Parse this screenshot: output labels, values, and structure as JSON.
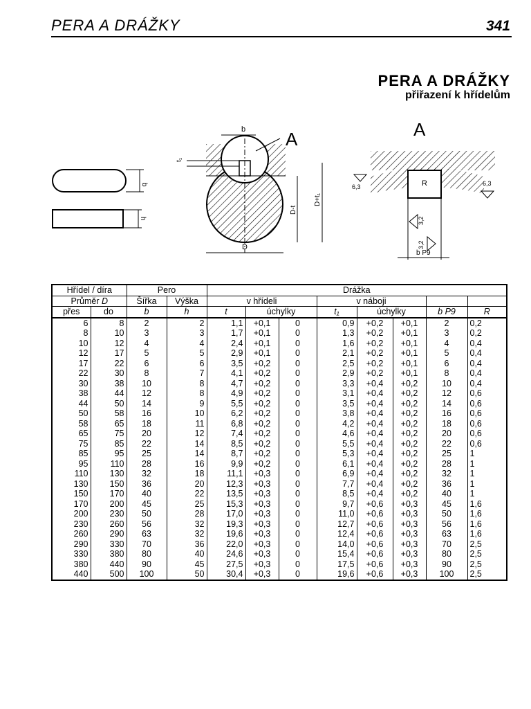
{
  "header": {
    "running_title": "PERA A DRÁŽKY",
    "page_number": "341"
  },
  "title": {
    "main": "PERA A DRÁŽKY",
    "sub": "přiřazení k hřídelům"
  },
  "figure": {
    "labels": {
      "A_left": "A",
      "A_right": "A",
      "b": "b",
      "t1": "t₁",
      "D": "D",
      "Dt": "D-t",
      "Dt1": "D+t₁",
      "h": "h",
      "b_small": "b",
      "R": "R",
      "r63a": "6,3",
      "r63b": "6,3",
      "r32a": "3,2",
      "r32b": "3,2",
      "bP9": "b P9"
    }
  },
  "table": {
    "groups": {
      "shaft": "Hřídel / díra",
      "key": "Pero",
      "groove": "Drážka"
    },
    "sub": {
      "diameter": "Průměr",
      "diameter_sym": "D",
      "width": "Šířka",
      "height": "Výška",
      "shaft": "v hřídeli",
      "hub": "v náboji",
      "dev1": "úchylky",
      "dev2": "úchylky"
    },
    "cols": {
      "over": "přes",
      "to": "do",
      "b": "b",
      "h": "h",
      "t": "t",
      "t1": "t₁",
      "bP9": "b P9",
      "R": "R"
    },
    "rows": [
      [
        "6",
        "8",
        "2",
        "2",
        "1,1",
        "+0,1",
        "0",
        "0,9",
        "+0,2",
        "+0,1",
        "2",
        "0,2"
      ],
      [
        "8",
        "10",
        "3",
        "3",
        "1,7",
        "+0,1",
        "0",
        "1,3",
        "+0,2",
        "+0,1",
        "3",
        "0,2"
      ],
      [
        "10",
        "12",
        "4",
        "4",
        "2,4",
        "+0,1",
        "0",
        "1,6",
        "+0,2",
        "+0,1",
        "4",
        "0,4"
      ],
      [
        "12",
        "17",
        "5",
        "5",
        "2,9",
        "+0,1",
        "0",
        "2,1",
        "+0,2",
        "+0,1",
        "5",
        "0,4"
      ],
      [
        "17",
        "22",
        "6",
        "6",
        "3,5",
        "+0,2",
        "0",
        "2,5",
        "+0,2",
        "+0,1",
        "6",
        "0,4"
      ],
      [
        "22",
        "30",
        "8",
        "7",
        "4,1",
        "+0,2",
        "0",
        "2,9",
        "+0,2",
        "+0,1",
        "8",
        "0,4"
      ],
      [
        "30",
        "38",
        "10",
        "8",
        "4,7",
        "+0,2",
        "0",
        "3,3",
        "+0,4",
        "+0,2",
        "10",
        "0,4"
      ],
      [
        "38",
        "44",
        "12",
        "8",
        "4,9",
        "+0,2",
        "0",
        "3,1",
        "+0,4",
        "+0,2",
        "12",
        "0,6"
      ],
      [
        "44",
        "50",
        "14",
        "9",
        "5,5",
        "+0,2",
        "0",
        "3,5",
        "+0,4",
        "+0,2",
        "14",
        "0,6"
      ],
      [
        "50",
        "58",
        "16",
        "10",
        "6,2",
        "+0,2",
        "0",
        "3,8",
        "+0,4",
        "+0,2",
        "16",
        "0,6"
      ],
      [
        "58",
        "65",
        "18",
        "11",
        "6,8",
        "+0,2",
        "0",
        "4,2",
        "+0,4",
        "+0,2",
        "18",
        "0,6"
      ],
      [
        "65",
        "75",
        "20",
        "12",
        "7,4",
        "+0,2",
        "0",
        "4,6",
        "+0,4",
        "+0,2",
        "20",
        "0,6"
      ],
      [
        "75",
        "85",
        "22",
        "14",
        "8,5",
        "+0,2",
        "0",
        "5,5",
        "+0,4",
        "+0,2",
        "22",
        "0,6"
      ],
      [
        "85",
        "95",
        "25",
        "14",
        "8,7",
        "+0,2",
        "0",
        "5,3",
        "+0,4",
        "+0,2",
        "25",
        "1"
      ],
      [
        "95",
        "110",
        "28",
        "16",
        "9,9",
        "+0,2",
        "0",
        "6,1",
        "+0,4",
        "+0,2",
        "28",
        "1"
      ],
      [
        "110",
        "130",
        "32",
        "18",
        "11,1",
        "+0,3",
        "0",
        "6,9",
        "+0,4",
        "+0,2",
        "32",
        "1"
      ],
      [
        "130",
        "150",
        "36",
        "20",
        "12,3",
        "+0,3",
        "0",
        "7,7",
        "+0,4",
        "+0,2",
        "36",
        "1"
      ],
      [
        "150",
        "170",
        "40",
        "22",
        "13,5",
        "+0,3",
        "0",
        "8,5",
        "+0,4",
        "+0,2",
        "40",
        "1"
      ],
      [
        "170",
        "200",
        "45",
        "25",
        "15,3",
        "+0,3",
        "0",
        "9,7",
        "+0,6",
        "+0,3",
        "45",
        "1,6"
      ],
      [
        "200",
        "230",
        "50",
        "28",
        "17,0",
        "+0,3",
        "0",
        "11,0",
        "+0,6",
        "+0,3",
        "50",
        "1,6"
      ],
      [
        "230",
        "260",
        "56",
        "32",
        "19,3",
        "+0,3",
        "0",
        "12,7",
        "+0,6",
        "+0,3",
        "56",
        "1,6"
      ],
      [
        "260",
        "290",
        "63",
        "32",
        "19,6",
        "+0,3",
        "0",
        "12,4",
        "+0,6",
        "+0,3",
        "63",
        "1,6"
      ],
      [
        "290",
        "330",
        "70",
        "36",
        "22,0",
        "+0,3",
        "0",
        "14,0",
        "+0,6",
        "+0,3",
        "70",
        "2,5"
      ],
      [
        "330",
        "380",
        "80",
        "40",
        "24,6",
        "+0,3",
        "0",
        "15,4",
        "+0,6",
        "+0,3",
        "80",
        "2,5"
      ],
      [
        "380",
        "440",
        "90",
        "45",
        "27,5",
        "+0,3",
        "0",
        "17,5",
        "+0,6",
        "+0,3",
        "90",
        "2,5"
      ],
      [
        "440",
        "500",
        "100",
        "50",
        "30,4",
        "+0,3",
        "0",
        "19,6",
        "+0,6",
        "+0,3",
        "100",
        "2,5"
      ]
    ]
  }
}
